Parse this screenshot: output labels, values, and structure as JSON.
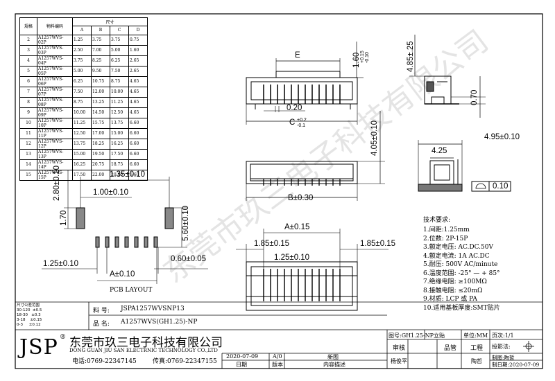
{
  "spec_table": {
    "head_top": [
      "规格",
      "物料编码",
      "尺寸"
    ],
    "head_cols": [
      "A",
      "B",
      "C",
      "D"
    ],
    "rows": [
      [
        "2",
        "A1257WVS-02P",
        "1.25",
        "3.75",
        "3.75",
        "0.75"
      ],
      [
        "3",
        "A1257WVS-03P",
        "2.50",
        "7.00",
        "5.00",
        "1.60"
      ],
      [
        "4",
        "A1257WVS-04P",
        "3.75",
        "8.25",
        "6.25",
        "2.65"
      ],
      [
        "5",
        "A1257WVS-05P",
        "5.00",
        "9.50",
        "7.50",
        "2.65"
      ],
      [
        "6",
        "A1257WVS-06P",
        "6.25",
        "10.75",
        "8.75",
        "4.65"
      ],
      [
        "7",
        "A1257WVS-07P",
        "7.50",
        "12.00",
        "10.00",
        "4.65"
      ],
      [
        "8",
        "A1257WVS-08P",
        "8.75",
        "13.25",
        "11.25",
        "4.65"
      ],
      [
        "9",
        "A1257WVS-09P",
        "10.00",
        "14.50",
        "12.50",
        "4.65"
      ],
      [
        "10",
        "A1257WVS-10P",
        "11.25",
        "15.75",
        "13.75",
        "6.60"
      ],
      [
        "11",
        "A1257WVS-11P",
        "12.50",
        "17.00",
        "15.00",
        "6.60"
      ],
      [
        "12",
        "A1257WVS-12P",
        "13.75",
        "18.25",
        "16.25",
        "6.60"
      ],
      [
        "13",
        "A1257WVS-13P",
        "15.00",
        "19.50",
        "17.50",
        "6.60"
      ],
      [
        "14",
        "A1257WVS-14P",
        "16.25",
        "20.75",
        "18.75",
        "6.60"
      ],
      [
        "15",
        "A1257WVS-15P",
        "17.50",
        "22.00",
        "20.00",
        "6.60"
      ]
    ]
  },
  "dims": {
    "E": "E",
    "h160": "1.60",
    "h160_up": "+0.15",
    "h160_dn": "-0.10",
    "h485": "4.85±.25",
    "d020": "0.20",
    "c": "C",
    "c_up": "+0.2",
    "c_dn": "-0.1",
    "d070": "0.70",
    "d495": "4.95±0.10",
    "d425": "4.25",
    "d405": "4.05±0.10",
    "b": "B±0.30",
    "flat": "0.10",
    "p135": "1.35±0.10",
    "p280": "2.80±0.10",
    "p100": "1.00±0.10",
    "p170": "1.70",
    "p560": "5.60±0.10",
    "p125": "1.25±0.10",
    "pa": "A±0.10",
    "p060": "0.60±0.05",
    "pcb": "PCB LAYOUT",
    "ba": "A±0.15",
    "b185l": "1.85±0.15",
    "b185r": "1.85±0.15",
    "b125": "1.25±0.10"
  },
  "tech": {
    "title": "技术要求:",
    "items": [
      "1.间距:1.25mm",
      "2.位数: 2P-15P",
      "3.额定电压: AC.DC.50V",
      "4.额定电流: 1A AC.DC",
      "5.耐压: 500V AC/minute",
      "6.温度范围: -25° — + 85°",
      "7.绝缘电阻: ≥100MΩ",
      "8.接触电阻: ≤20mΩ",
      "9.材质: LCP 或 PA",
      "10.适用基板厚度:SMT贴片"
    ]
  },
  "tolerance": {
    "title": "尺寸公差范围",
    "rows": [
      "30-120  ±0.5",
      "18-30   ±0.3",
      "3-18    ±0.15",
      "0-3     ±0.12"
    ]
  },
  "title_block": {
    "part_no_label": "料  号:",
    "part_no": "JSPA1257WVSNP13",
    "name_label": "品  名:",
    "name": "A1257WVS(GH1.25)-NP",
    "logo": "JSP",
    "reg": "®",
    "company_cn": "东莞市玖三电子科技有限公司",
    "company_en": "DONG GUAN JIU SAN ELECTRNIC TECHNOLOGY CO.,LTD",
    "phone": "电话:0769-22347145",
    "fax": "传真:0769-22347155",
    "date": "2020-07-09",
    "version": "A/0",
    "change": "新图",
    "col_date": "日期",
    "col_version": "版本",
    "col_desc": "内容描述",
    "drawing_no": "图号:GH1.25-NP立贴",
    "unit": "单位:MM",
    "page": "页次:1/1",
    "review": "审核",
    "quality": "品管",
    "engineering": "工程",
    "projection": "投影法:",
    "reviewer": "杨俊平",
    "drafter": "陶哲",
    "maker": "制图:陶哲",
    "make_date": "制日期:2020-07-09"
  },
  "watermark": "东莞市玖三电子科技有限公司"
}
